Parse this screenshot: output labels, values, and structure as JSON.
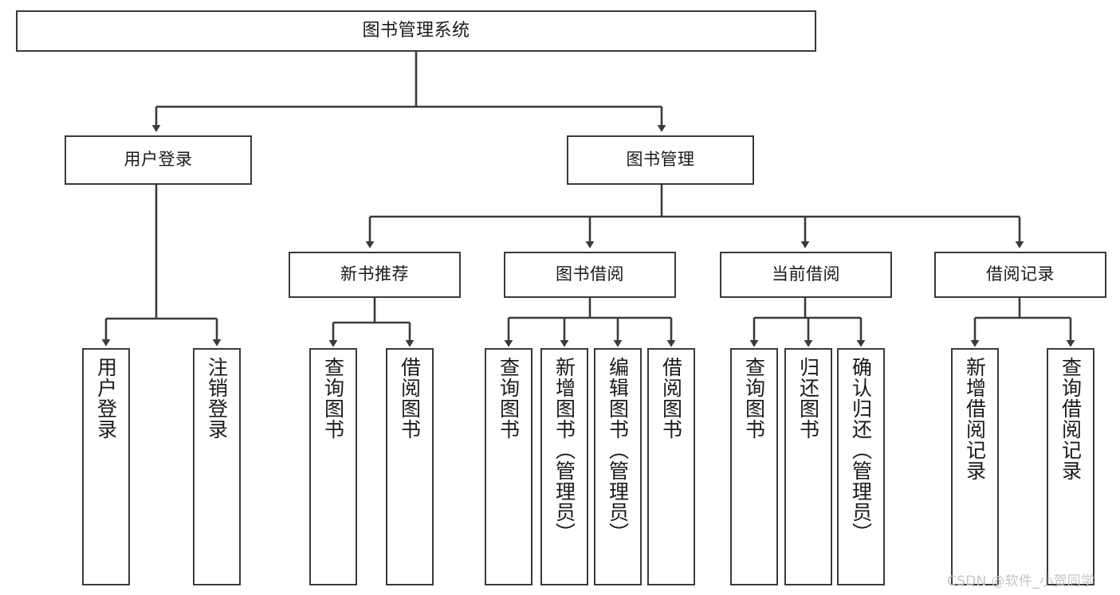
{
  "diagram": {
    "type": "tree",
    "title": "图书管理系统",
    "colors": {
      "box_border": "#3a3a3a",
      "box_fill": "#ffffff",
      "connector": "#3a3a3a",
      "text": "#1a1a1a",
      "background": "#ffffff",
      "watermark": "#c6c6c6"
    },
    "root": {
      "label": "图书管理系统"
    },
    "level2": [
      {
        "label": "用户登录"
      },
      {
        "label": "图书管理"
      }
    ],
    "level3": [
      {
        "label": "新书推荐"
      },
      {
        "label": "图书借阅"
      },
      {
        "label": "当前借阅"
      },
      {
        "label": "借阅记录"
      }
    ],
    "leaves": {
      "user_login": [
        {
          "label": "用户登录"
        },
        {
          "label": "注销登录"
        }
      ],
      "new_book_recommend": [
        {
          "label": "查询图书"
        },
        {
          "label": "借阅图书"
        }
      ],
      "book_borrow": [
        {
          "label": "查询图书"
        },
        {
          "label": "新增图书（管理员）"
        },
        {
          "label": "编辑图书（管理员）"
        },
        {
          "label": "借阅图书"
        }
      ],
      "current_borrow": [
        {
          "label": "查询图书"
        },
        {
          "label": "归还图书"
        },
        {
          "label": "确认归还（管理员）"
        }
      ],
      "borrow_record": [
        {
          "label": "新增借阅记录"
        },
        {
          "label": "查询借阅记录"
        }
      ]
    }
  },
  "watermark": {
    "text": "CSDN @软件_小贺同学"
  }
}
